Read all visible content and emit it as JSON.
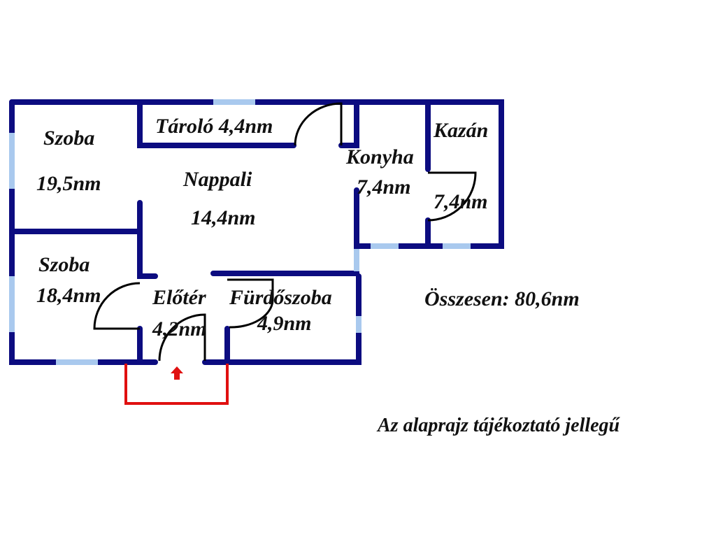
{
  "rooms": [
    {
      "name": "Szoba",
      "area": "19,5nm"
    },
    {
      "name": "Tároló 4,4nm"
    },
    {
      "name": "Nappali",
      "area": "14,4nm"
    },
    {
      "name": "Konyha",
      "area": "7,4nm"
    },
    {
      "name": "Kazán",
      "area": "7,4nm"
    },
    {
      "name": "Szoba",
      "area": "18,4nm"
    },
    {
      "name": "Előtér",
      "area": "4,2nm"
    },
    {
      "name": "Fürdőszoba",
      "area": "4,9nm"
    }
  ],
  "total": "Összesen: 80,6nm",
  "disclaimer": "Az alaprajz tájékoztató jellegű",
  "colors": {
    "wall": "#0c0c80",
    "window": "#a9c9ee",
    "porch": "#e01010",
    "door": "#000000"
  }
}
